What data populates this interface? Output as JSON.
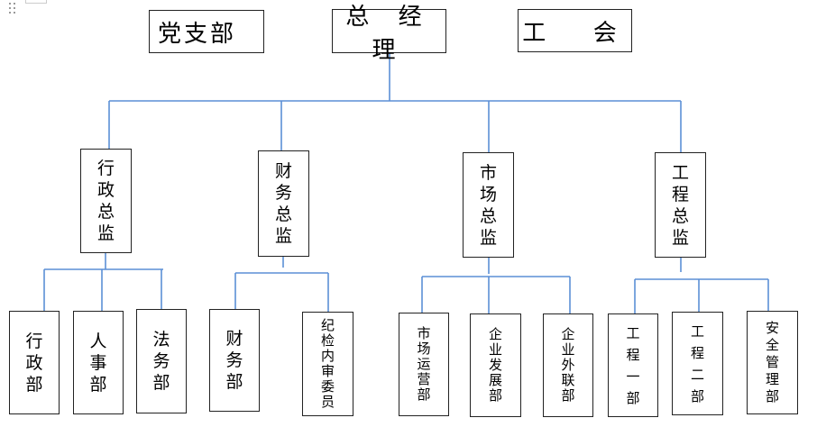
{
  "top": {
    "party": "党支部",
    "gm": "总 经 理",
    "union": "工  会"
  },
  "directors": [
    {
      "id": "admin",
      "label": "行\n政\n总\n监"
    },
    {
      "id": "finance",
      "label": "财\n务\n总\n监"
    },
    {
      "id": "market",
      "label": "市\n场\n总\n监"
    },
    {
      "id": "engineering",
      "label": "工\n程\n总\n监"
    }
  ],
  "departments": [
    {
      "id": "admin-dept",
      "label": "行\n政\n部"
    },
    {
      "id": "hr-dept",
      "label": "人\n事\n部"
    },
    {
      "id": "legal-dept",
      "label": "法\n务\n部"
    },
    {
      "id": "finance-dept",
      "label": "财\n务\n部"
    },
    {
      "id": "audit-committee",
      "label": "纪\n检\n内\n审\n委\n员"
    },
    {
      "id": "market-ops",
      "label": "市\n场\n运\n营\n部"
    },
    {
      "id": "enterprise-dev",
      "label": "企\n业\n发\n展\n部"
    },
    {
      "id": "enterprise-liaison",
      "label": "企\n业\n外\n联\n部"
    },
    {
      "id": "eng-dept-1",
      "label": "工\n程\n一\n部"
    },
    {
      "id": "eng-dept-2",
      "label": "工\n程\n二\n部"
    },
    {
      "id": "safety-mgmt",
      "label": "安\n全\n管\n理\n部"
    }
  ],
  "line_color": "#5b8fd6"
}
